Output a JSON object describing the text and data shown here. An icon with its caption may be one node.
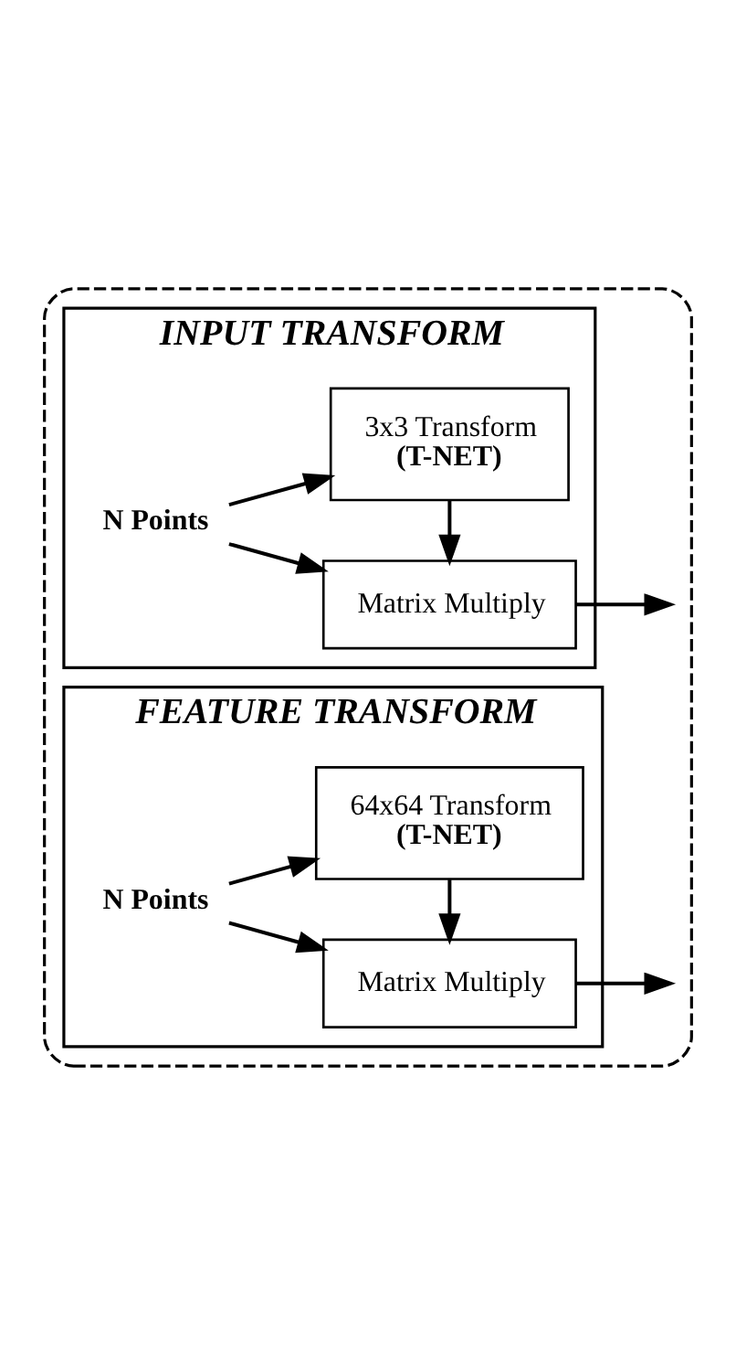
{
  "diagram": {
    "nodes": [
      {
        "text": [],
        "shape": "box"
      },
      {
        "text": [
          "INPUT TRANSFORM"
        ],
        "in": 0
      },
      {
        "text": [
          "N Points"
        ],
        "in": 1
      },
      {
        "text": [
          "3x3 Transform",
          "(T-NET)"
        ],
        "in": 1
      },
      {
        "text": [
          "Matrix Multiply"
        ],
        "in": 1
      },
      {
        "text": [
          "FEATURE TRANSFORM"
        ],
        "in": 0
      },
      {
        "text": [
          "N Points"
        ],
        "in": 5
      },
      {
        "text": [
          "64x64 Transform",
          "(T-NET)"
        ],
        "in": 5
      },
      {
        "text": [
          "Matrix Multiply"
        ],
        "in": 5
      }
    ],
    "edges": [
      {
        "from": 2,
        "to": 3,
        "arrow": "to"
      },
      {
        "from": 2,
        "to": 4,
        "arrow": "to"
      },
      {
        "from": 3,
        "to": 4,
        "arrow": "to"
      },
      {
        "from": 4,
        "to": null,
        "arrow": "to"
      },
      {
        "from": 6,
        "to": 7,
        "arrow": "to"
      },
      {
        "from": 6,
        "to": 8,
        "arrow": "to"
      },
      {
        "from": 7,
        "to": 8,
        "arrow": "to"
      },
      {
        "from": 8,
        "to": null,
        "arrow": "to"
      }
    ]
  }
}
